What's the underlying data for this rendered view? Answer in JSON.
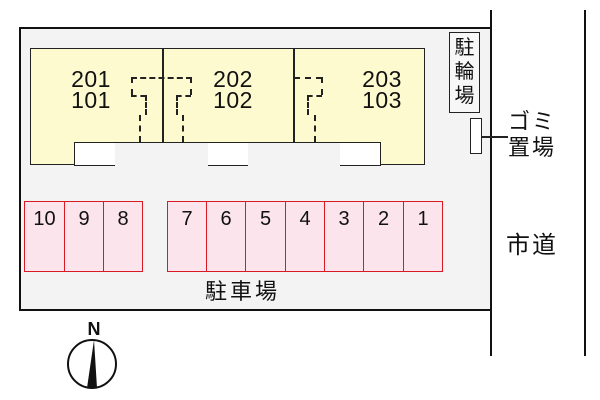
{
  "map": {
    "buildings": [
      {
        "upper": "201",
        "lower": "101"
      },
      {
        "upper": "202",
        "lower": "102"
      },
      {
        "upper": "203",
        "lower": "103"
      }
    ],
    "parking_slots": [
      "10",
      "9",
      "8",
      "7",
      "6",
      "5",
      "4",
      "3",
      "2",
      "1"
    ],
    "labels": {
      "bicycle_parking": "駐輪場",
      "garbage_area": "ゴミ置場",
      "parking": "駐車場",
      "city_road": "市道",
      "north": "N"
    },
    "colors": {
      "building_fill": "#fdfad0",
      "slot_fill": "#fce4ec",
      "slot_border": "#d91a24",
      "lot_fill": "#f3f3f3",
      "line": "#111111"
    }
  }
}
